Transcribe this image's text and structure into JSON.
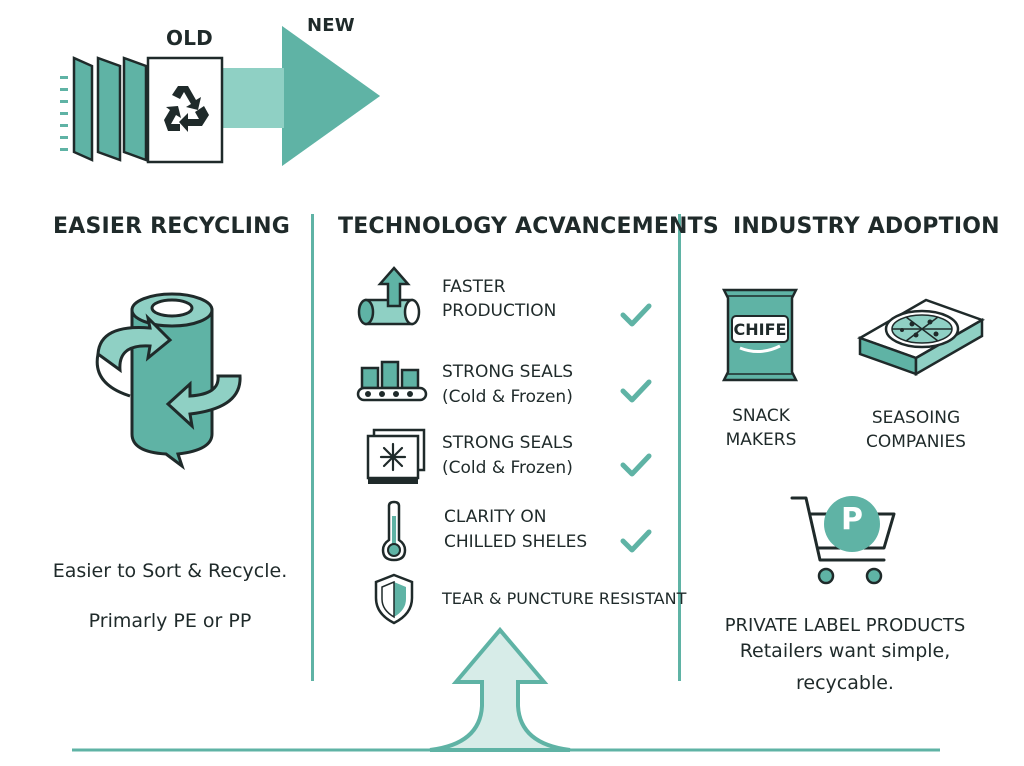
{
  "colors": {
    "accent": "#5fb3a5",
    "accent_dark": "#2f8f80",
    "ink": "#1f2a2a"
  },
  "top": {
    "old_label": "OLD",
    "new_label": "NEW",
    "icon": "recycle-icon"
  },
  "columns": {
    "recycling": {
      "title": "EASIER RECYCLING",
      "icon": "film-roll-recycle-icon",
      "line1": "Easier to Sort & Recycle.",
      "line2": "Primarly PE or PP"
    },
    "technology": {
      "title": "TECHNOLOGY ACVANCEMENTS",
      "items": [
        {
          "line1": "FASTER",
          "line2": "PRODUCTION",
          "icon": "film-roll-arrow-up-icon",
          "checked": true
        },
        {
          "line1": "STRONG SEALS",
          "line2": "(Cold & Frozen)",
          "icon": "factory-conveyor-icon",
          "checked": true
        },
        {
          "line1": "STRONG SEALS",
          "line2": "(Cold & Frozen)",
          "icon": "freezer-snowflake-icon",
          "checked": true
        },
        {
          "line1": "CLARITY ON",
          "line2": "CHILLED SHELES",
          "icon": "thermometer-icon",
          "checked": true
        },
        {
          "line1": "TEAR & PUNCTURE RESISTANT",
          "line2": "",
          "icon": "shield-icon",
          "checked": false
        }
      ]
    },
    "industry": {
      "title": "INDUSTRY ADOPTION",
      "snack": {
        "bag_text": "CHIFE",
        "line1": "SNACK",
        "line2": "MAKERS",
        "icon": "snack-bag-icon"
      },
      "seasoning": {
        "line1": "SEASOING",
        "line2": "COMPANIES",
        "icon": "pizza-box-icon"
      },
      "private": {
        "cart_letter": "P",
        "icon": "shopping-cart-icon",
        "title": "PRIVATE LABEL PRODUCTS",
        "line1": "Retailers want simple,",
        "line2": "recycable."
      }
    }
  }
}
